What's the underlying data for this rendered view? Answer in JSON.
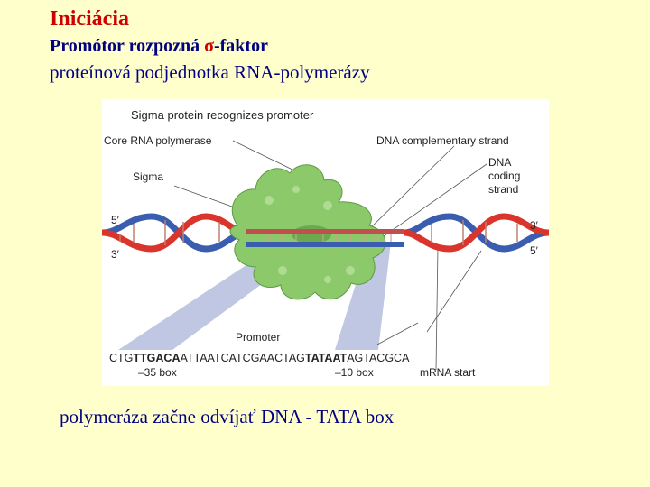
{
  "slide": {
    "title": "Iniciácia",
    "line1_prefix": "Promótor rozpozná ",
    "line1_sigma": "σ",
    "line1_suffix": "-faktor",
    "line2": "proteínová podjednotka RNA-polymerázy",
    "caption": "polymeráza začne odvíjať DNA - TATA box"
  },
  "figure": {
    "heading": "Sigma protein recognizes promoter",
    "labels": {
      "core": "Core RNA polymerase",
      "sigma": "Sigma",
      "complementary": "DNA complementary strand",
      "coding_1": "DNA",
      "coding_2": "coding",
      "coding_3": "strand",
      "promoter": "Promoter",
      "five_left": "5′",
      "three_left": "3′",
      "three_right": "3′",
      "five_right": "5′"
    },
    "sequence": {
      "part1": "CTG",
      "box35": "TTGACA",
      "part2": "ATTAATCATCGAACTAG",
      "box10": "TATAAT",
      "part3": "AGTACGCA",
      "label35": "–35 box",
      "label10": "–10 box",
      "label_start": "mRNA start"
    }
  },
  "colors": {
    "title_red": "#cc0000",
    "text_navy": "#000080",
    "background": "#ffffcc",
    "dna_red": "#d9352c",
    "dna_blue": "#3a5db0",
    "polymerase_green": "#8cc96b"
  }
}
